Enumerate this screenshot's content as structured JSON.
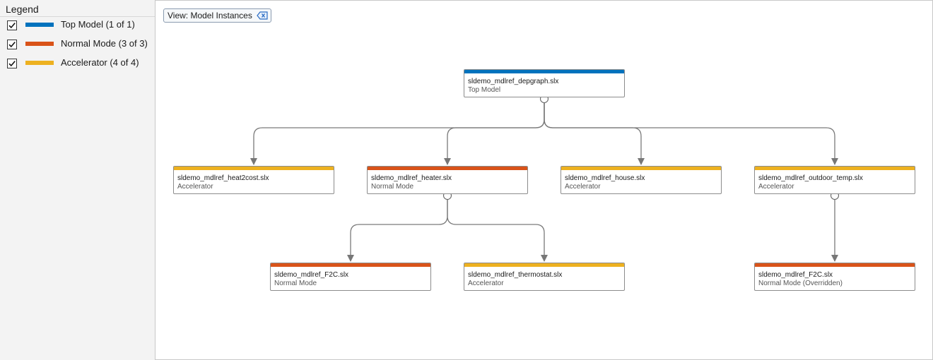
{
  "legend": {
    "title": "Legend",
    "items": [
      {
        "label": "Top Model (1 of 1)",
        "color": "#0072bd",
        "checked": true
      },
      {
        "label": "Normal Mode (3 of 3)",
        "color": "#d95319",
        "checked": true
      },
      {
        "label": "Accelerator (4 of 4)",
        "color": "#edb120",
        "checked": true
      }
    ]
  },
  "view": {
    "label": "View: Model Instances",
    "clear_icon": "clear-filter-icon"
  },
  "graph": {
    "nodes": [
      {
        "id": "top",
        "name": "sldemo_mdlref_depgraph.slx",
        "mode": "Top Model",
        "color": "#0072bd"
      },
      {
        "id": "heat2cost",
        "name": "sldemo_mdlref_heat2cost.slx",
        "mode": "Accelerator",
        "color": "#edb120"
      },
      {
        "id": "heater",
        "name": "sldemo_mdlref_heater.slx",
        "mode": "Normal Mode",
        "color": "#d95319"
      },
      {
        "id": "house",
        "name": "sldemo_mdlref_house.slx",
        "mode": "Accelerator",
        "color": "#edb120"
      },
      {
        "id": "outdoor",
        "name": "sldemo_mdlref_outdoor_temp.slx",
        "mode": "Accelerator",
        "color": "#edb120"
      },
      {
        "id": "f2c_a",
        "name": "sldemo_mdlref_F2C.slx",
        "mode": "Normal Mode",
        "color": "#d95319"
      },
      {
        "id": "thermostat",
        "name": "sldemo_mdlref_thermostat.slx",
        "mode": "Accelerator",
        "color": "#edb120"
      },
      {
        "id": "f2c_b",
        "name": "sldemo_mdlref_F2C.slx",
        "mode": "Normal Mode (Overridden)",
        "color": "#d95319"
      }
    ],
    "edges": [
      [
        "top",
        "heat2cost"
      ],
      [
        "top",
        "heater"
      ],
      [
        "top",
        "house"
      ],
      [
        "top",
        "outdoor"
      ],
      [
        "heater",
        "f2c_a"
      ],
      [
        "heater",
        "thermostat"
      ],
      [
        "outdoor",
        "f2c_b"
      ]
    ]
  }
}
